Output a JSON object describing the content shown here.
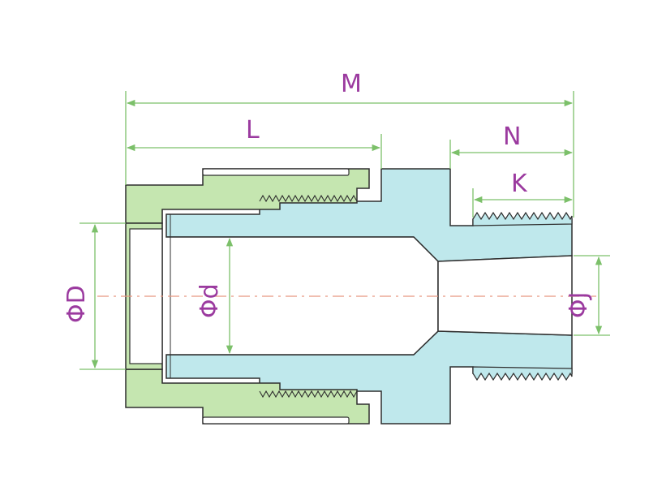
{
  "labels": {
    "M": "M",
    "L": "L",
    "N": "N",
    "K": "K",
    "outer_diameter": "ΦD",
    "inner_diameter": "Φd",
    "thread_diameter": "ΦJ"
  },
  "colors": {
    "green_part": "#c5e6b0",
    "blue_part": "#bfe8ec",
    "outline": "#2f2f2f",
    "dimension_line": "#7cc06a",
    "label": "#9b3a9f",
    "centerline": "#e89880"
  }
}
